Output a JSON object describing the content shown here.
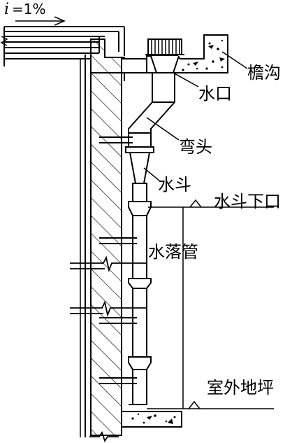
{
  "slope": {
    "symbol": "i",
    "text": "=1%"
  },
  "labels": {
    "gutter": "檐沟",
    "outlet": "水口",
    "elbow": "弯头",
    "hopper": "水斗",
    "hopper_bottom": "水斗下口",
    "downpipe": "水落管",
    "ground": "室外地坪"
  }
}
